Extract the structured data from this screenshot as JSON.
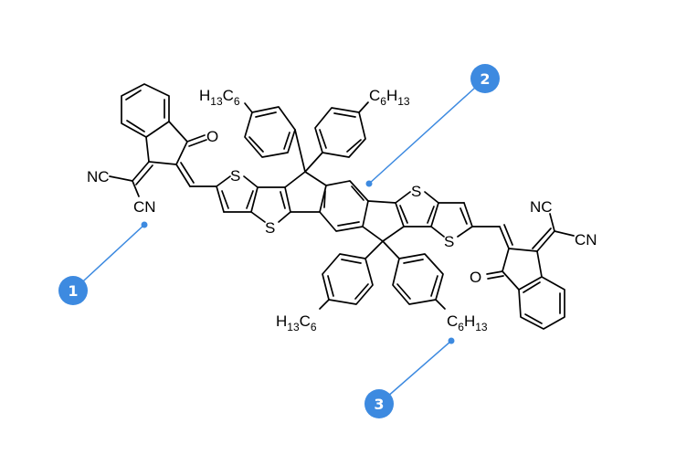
{
  "diagram": {
    "type": "chemical-structure",
    "molecule": {
      "core_atoms": [
        "S",
        "S",
        "S",
        "S"
      ],
      "end_groups": {
        "left": {
          "oxygen": "O",
          "nitrile_1": "NC",
          "nitrile_2": "CN"
        },
        "right": {
          "oxygen": "O",
          "nitrile_1": "NC",
          "nitrile_2": "CN"
        }
      },
      "side_chains": {
        "top_left": {
          "main": "H",
          "sub1": "13",
          "main2": "C",
          "sub2": "6"
        },
        "top_right": {
          "main": "C",
          "sub1": "6",
          "main2": "H",
          "sub2": "13"
        },
        "bottom_left": {
          "main": "H",
          "sub1": "13",
          "main2": "C",
          "sub2": "6"
        },
        "bottom_right": {
          "main": "C",
          "sub1": "6",
          "main2": "H",
          "sub2": "13"
        }
      }
    },
    "callouts": [
      {
        "number": "1",
        "target": "dicyanomethylene-indanone end group"
      },
      {
        "number": "2",
        "target": "fused ring core"
      },
      {
        "number": "3",
        "target": "hexylphenyl side chain"
      }
    ],
    "colors": {
      "callout": "#3d8ae0",
      "bonds": "#000000",
      "background": "#ffffff"
    }
  }
}
